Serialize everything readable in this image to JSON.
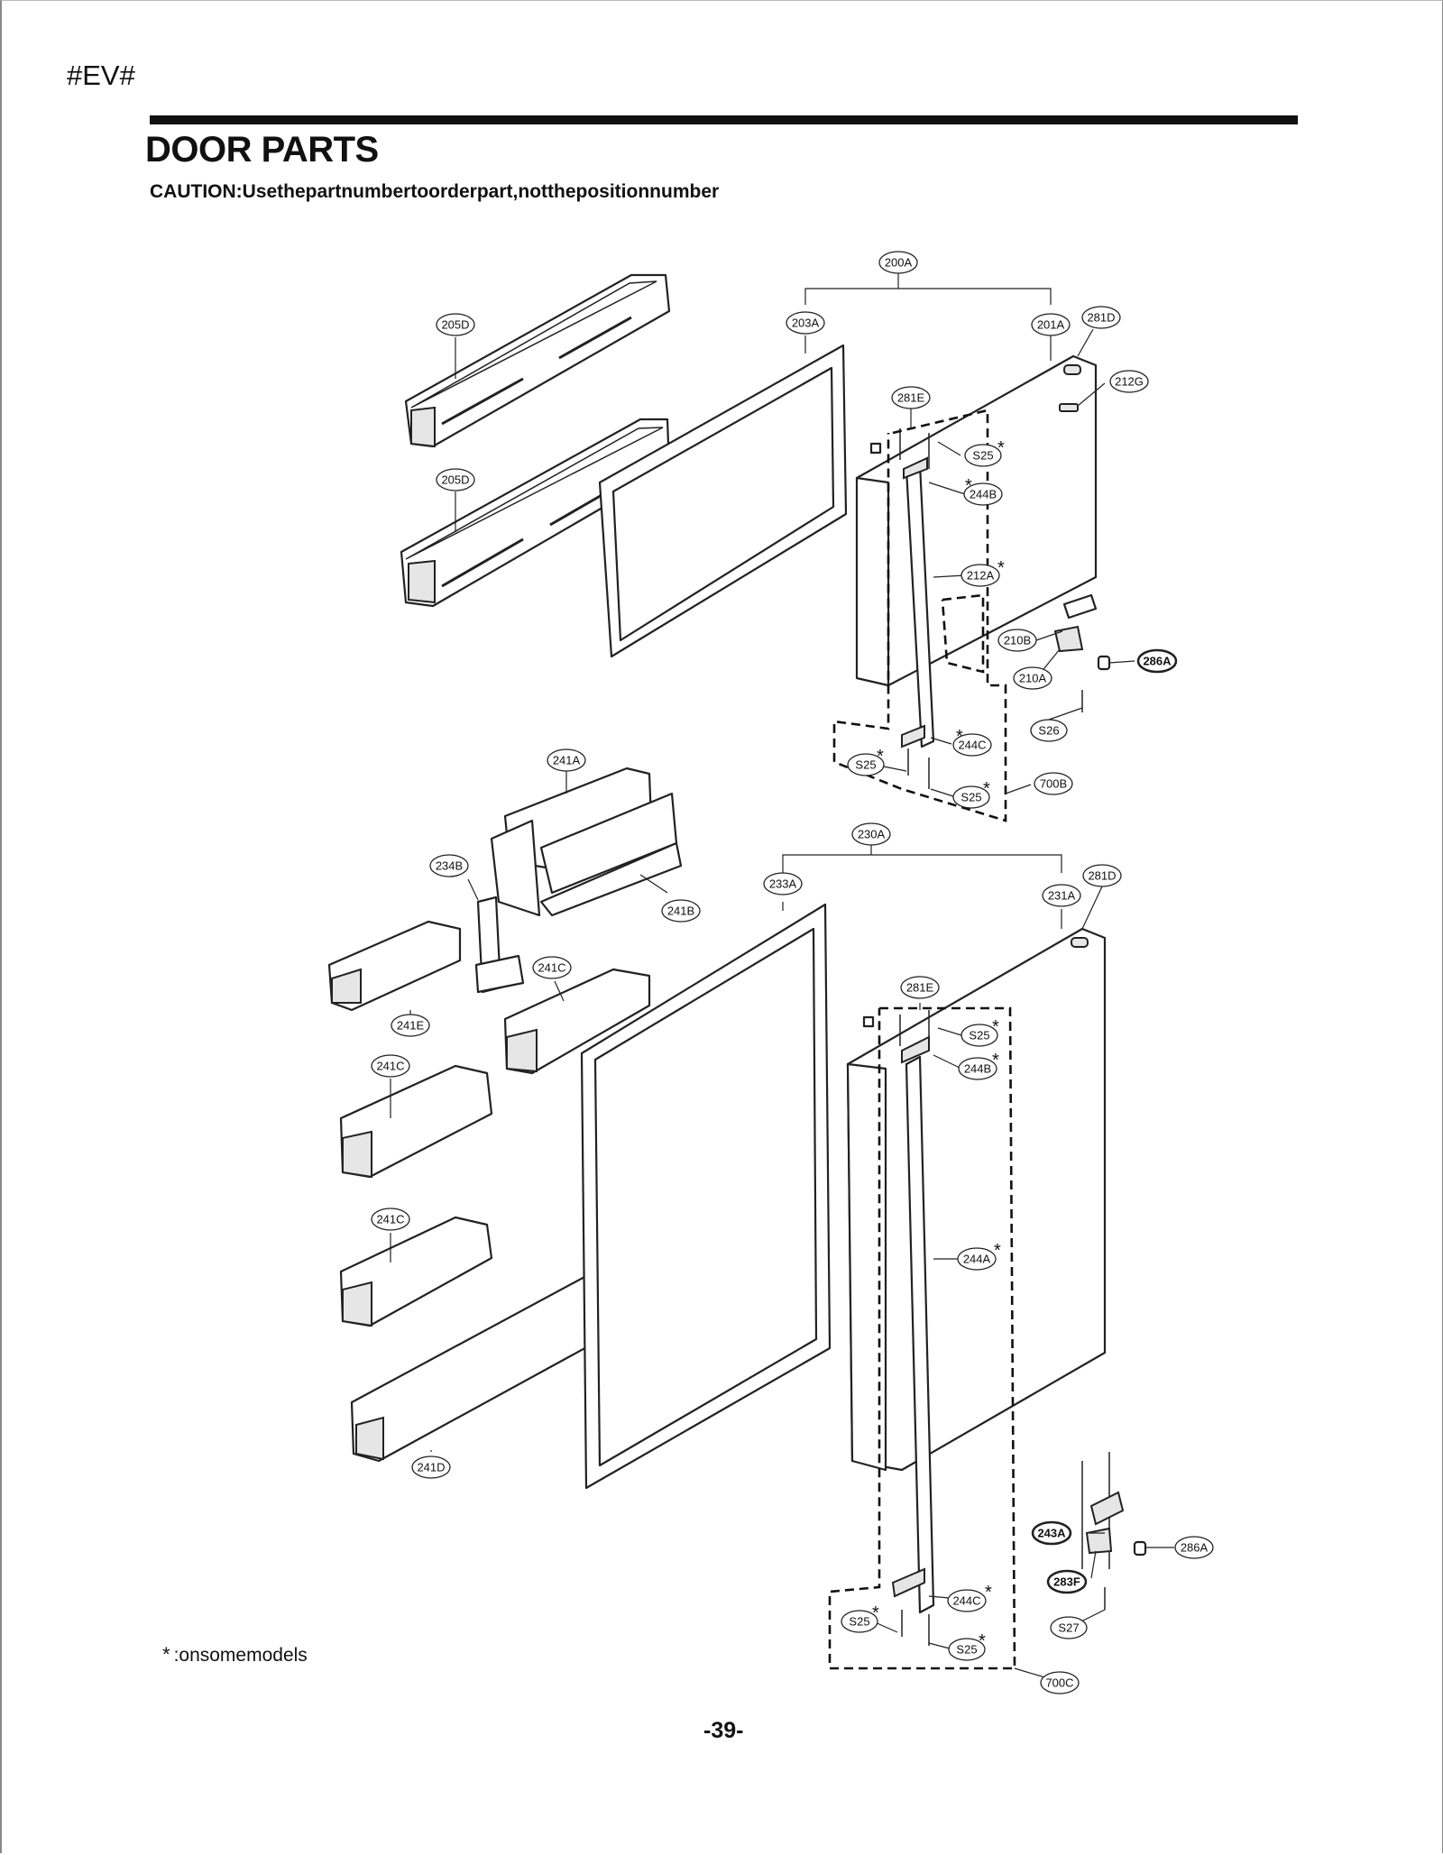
{
  "header": {
    "model_code": "#EV#",
    "title": "DOOR PARTS",
    "caution": "CAUTION:Usethepartnumbertoorderpart,notthepositionnumber"
  },
  "footer": {
    "asterisk": "*",
    "note": ":onsomemodels",
    "page_number": "-39-"
  },
  "labels": {
    "l200A": "200A",
    "l203A": "203A",
    "l201A": "201A",
    "l281D_top": "281D",
    "l205D_a": "205D",
    "l205D_b": "205D",
    "l212G": "212G",
    "l281E_top": "281E",
    "l25a": "S25",
    "l244B_top": "244B",
    "l212A": "212A",
    "l210B": "210B",
    "l210A": "210A",
    "l286A_top": "286A",
    "l26": "S26",
    "l244C_top": "244C",
    "l25b": "S25",
    "l25c": "S25",
    "l700B": "700B",
    "l241A": "241A",
    "l230A": "230A",
    "l234B": "234B",
    "l233A": "233A",
    "l241B": "241B",
    "l281D_bot": "281D",
    "l231A": "231A",
    "l241C_a": "241C",
    "l241E": "241E",
    "l281E_bot": "281E",
    "l25d": "S25",
    "l244B_bot": "244B",
    "l241C_b": "241C",
    "l241C_c": "241C",
    "l244A": "244A",
    "l241D": "241D",
    "l243A": "243A",
    "l286A_bot": "286A",
    "l283F": "283F",
    "l244C_bot": "244C",
    "l25e": "S25",
    "l27": "S27",
    "l25f": "S25",
    "l700C": "700C"
  }
}
